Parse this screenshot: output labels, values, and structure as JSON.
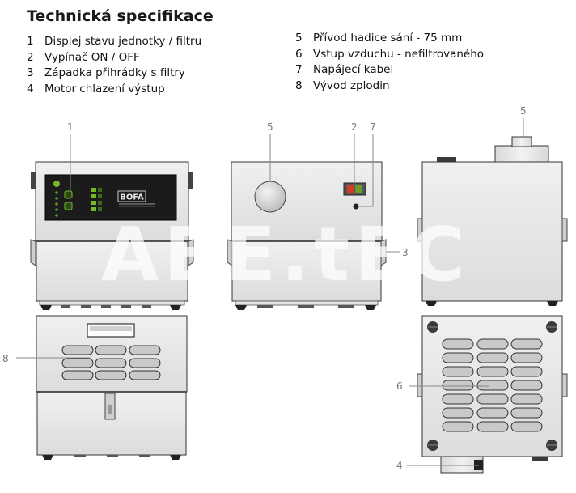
{
  "title": "Technická specifikace",
  "legend_left": [
    {
      "num": "1",
      "text": "Displej stavu jednotky / filtru"
    },
    {
      "num": "2",
      "text": "Vypínač ON / OFF"
    },
    {
      "num": "3",
      "text": "Západka přihrádky s filtry"
    },
    {
      "num": "4",
      "text": "Motor chlazení výstup"
    }
  ],
  "legend_right": [
    {
      "num": "5",
      "text": "Přívod hadice sání - 75 mm"
    },
    {
      "num": "6",
      "text": "Vstup vzduchu - nefiltrovaného"
    },
    {
      "num": "7",
      "text": "Napájecí kabel"
    },
    {
      "num": "8",
      "text": "Vývod zplodin"
    }
  ],
  "callouts": {
    "c1": "1",
    "c2": "2",
    "c3": "3",
    "c4": "4",
    "c5a": "5",
    "c5b": "5",
    "c6": "6",
    "c7": "7",
    "c8": "8"
  },
  "brand": "BOFA",
  "watermark": "ABE.tEC",
  "colors": {
    "unit_fill": "#e6e6e6",
    "outline": "#333333",
    "panel": "#1b1b1b",
    "led_green": "#77b82a",
    "switch_red": "#d23a2a",
    "callout_line": "#888888"
  }
}
